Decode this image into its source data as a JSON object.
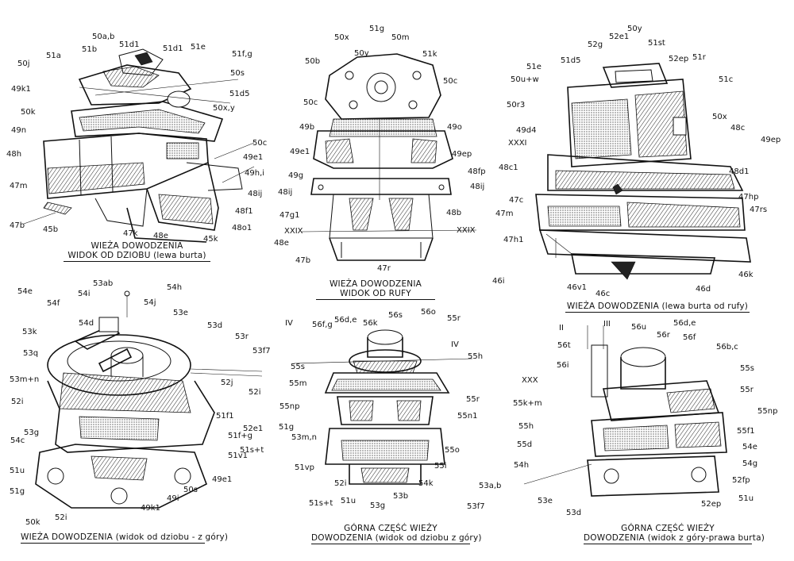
{
  "views": [
    {
      "id": "bow-view",
      "caption": [
        "WIEŻA DOWODZENIA",
        "WIDOK OD DZIOBU (lewa burta)"
      ],
      "labels": [
        "50a,b",
        "51b",
        "51d1",
        "51d1",
        "51e",
        "51a",
        "50j",
        "51f,g",
        "50s",
        "51d5",
        "49k1",
        "50x,y",
        "50k",
        "49n",
        "50c",
        "49e1",
        "48h",
        "49h,i",
        "47m",
        "48ij",
        "48f1",
        "47b",
        "45b",
        "47k",
        "48e",
        "45k",
        "48o1"
      ]
    },
    {
      "id": "stern-view",
      "caption": [
        "WIEŻA DOWODZENIA",
        "WIDOK OD RUFY"
      ],
      "labels": [
        "51g",
        "50x",
        "50m",
        "50y",
        "50b",
        "51k",
        "50c",
        "50c",
        "49b",
        "49o",
        "49e1",
        "49ep",
        "49g",
        "48fp",
        "48ij",
        "48ij",
        "47g1",
        "48b",
        "XXIX",
        "XXIX",
        "48e",
        "47b",
        "47r"
      ]
    },
    {
      "id": "port-stern-view",
      "caption": [
        "WIEŻA DOWODZENIA (lewa burta od rufy)"
      ],
      "labels": [
        "50y",
        "52e1",
        "52g",
        "51st",
        "51d5",
        "52ep",
        "51r",
        "51e",
        "50u+w",
        "51c",
        "50r3",
        "50x",
        "49d4",
        "48c",
        "XXXI",
        "49ep",
        "48c1",
        "48d1",
        "47c",
        "47hp",
        "47m",
        "47rs",
        "47h1",
        "46k",
        "46i",
        "46v1",
        "46c",
        "46d"
      ]
    },
    {
      "id": "bow-top-view",
      "caption": [
        "WIEŻA DOWODZENIA (widok od dziobu - z góry)"
      ],
      "labels": [
        "53ab",
        "54e",
        "54f",
        "54i",
        "54h",
        "54j",
        "54d",
        "53e",
        "53k",
        "53d",
        "53r",
        "53q",
        "53f7",
        "53m+n",
        "52j",
        "52i",
        "52i",
        "51f1",
        "52e1",
        "54c",
        "53g",
        "51f+g",
        "51s+t",
        "51v1",
        "51u",
        "49e1",
        "51g",
        "50s",
        "50k",
        "52i",
        "49i",
        "49k1"
      ]
    },
    {
      "id": "upper-bow-view",
      "caption": [
        "GÓRNA CZĘŚĆ WIEŻY",
        "DOWODZENIA (widok od dziobu z góry)"
      ],
      "labels": [
        "IV",
        "56f,g",
        "56d,e",
        "56k",
        "56s",
        "56o",
        "55r",
        "IV",
        "55s",
        "55h",
        "55m",
        "55r",
        "55np",
        "55n1",
        "51g",
        "53m,n",
        "55o",
        "51vp",
        "55i",
        "52i",
        "54k",
        "51s+t",
        "51u",
        "53g",
        "53b"
      ]
    },
    {
      "id": "upper-starboard-view",
      "caption": [
        "GÓRNA CZĘŚĆ WIEŻY",
        "DOWODZENIA (widok z góry-prawa burta)"
      ],
      "labels": [
        "II",
        "III",
        "56u",
        "56d,e",
        "56t",
        "56r",
        "56f",
        "56b,c",
        "56i",
        "55s",
        "XXX",
        "55r",
        "55k+m",
        "55np",
        "55h",
        "55f1",
        "55d",
        "54e",
        "54h",
        "54g",
        "53a,b",
        "52fp",
        "53f7",
        "53e",
        "52ep",
        "51u",
        "53d"
      ]
    }
  ]
}
